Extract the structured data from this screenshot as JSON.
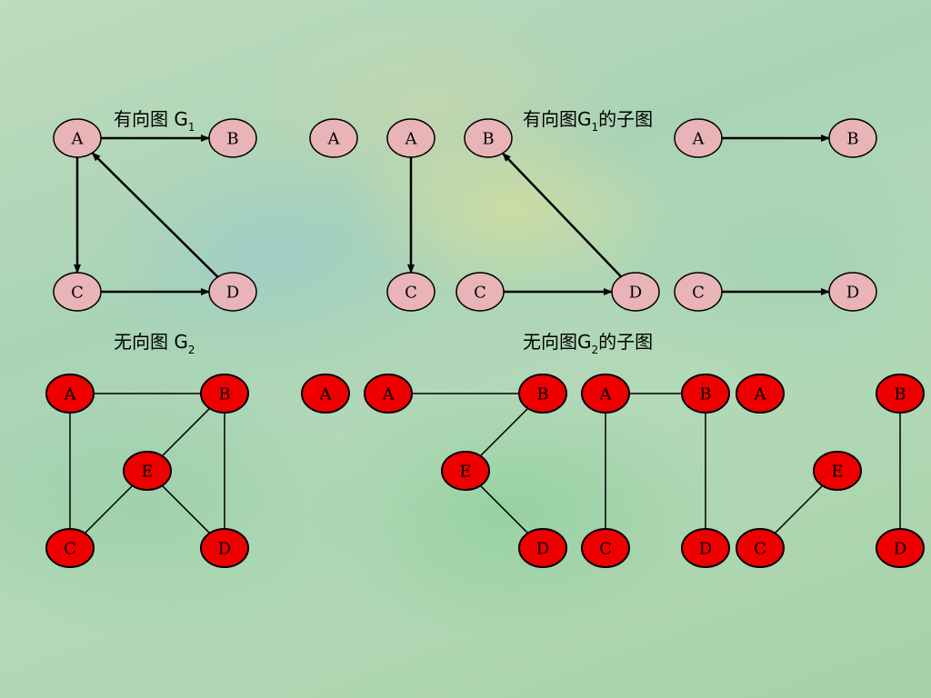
{
  "labels": {
    "directed_graph": {
      "main": "有向图 G",
      "sub": "1"
    },
    "directed_subgraphs": {
      "main": "有向图G",
      "sub": "1",
      "suffix": "的子图"
    },
    "undirected_graph": {
      "main": "无向图 G",
      "sub": "2"
    },
    "undirected_subgraphs": {
      "main": "无向图G",
      "sub": "2",
      "suffix": "的子图"
    }
  },
  "colors": {
    "directed_node_fill": "#e8b4b8",
    "undirected_node_fill": "#ee0000",
    "edge": "#000000"
  },
  "directed_graphs": [
    {
      "name": "g1",
      "nodes": [
        "A",
        "B",
        "C",
        "D"
      ],
      "edges": [
        [
          "A",
          "B"
        ],
        [
          "A",
          "C"
        ],
        [
          "C",
          "D"
        ],
        [
          "D",
          "A"
        ]
      ]
    },
    {
      "name": "g1-sub-1",
      "nodes": [
        "A"
      ],
      "edges": []
    },
    {
      "name": "g1-sub-2",
      "nodes": [
        "A",
        "C"
      ],
      "edges": [
        [
          "A",
          "C"
        ]
      ]
    },
    {
      "name": "g1-sub-3",
      "nodes": [
        "B",
        "C",
        "D"
      ],
      "edges": [
        [
          "D",
          "B"
        ],
        [
          "C",
          "D"
        ]
      ]
    },
    {
      "name": "g1-sub-4",
      "nodes": [
        "A",
        "B",
        "C",
        "D"
      ],
      "edges": [
        [
          "A",
          "B"
        ],
        [
          "C",
          "D"
        ]
      ]
    }
  ],
  "undirected_graphs": [
    {
      "name": "g2",
      "nodes": [
        "A",
        "B",
        "C",
        "D",
        "E"
      ],
      "edges": [
        [
          "A",
          "B"
        ],
        [
          "A",
          "C"
        ],
        [
          "B",
          "D"
        ],
        [
          "B",
          "E"
        ],
        [
          "E",
          "C"
        ],
        [
          "E",
          "D"
        ]
      ]
    },
    {
      "name": "g2-sub-1",
      "nodes": [
        "A"
      ],
      "edges": []
    },
    {
      "name": "g2-sub-2",
      "nodes": [
        "A",
        "B",
        "E",
        "D"
      ],
      "edges": [
        [
          "A",
          "B"
        ],
        [
          "B",
          "E"
        ],
        [
          "E",
          "D"
        ]
      ]
    },
    {
      "name": "g2-sub-3",
      "nodes": [
        "A",
        "B",
        "C",
        "D"
      ],
      "edges": [
        [
          "A",
          "B"
        ],
        [
          "A",
          "C"
        ],
        [
          "B",
          "D"
        ]
      ]
    },
    {
      "name": "g2-sub-4",
      "nodes": [
        "A",
        "E",
        "C"
      ],
      "edges": [
        [
          "E",
          "C"
        ]
      ]
    },
    {
      "name": "g2-sub-5",
      "nodes": [
        "B",
        "D"
      ],
      "edges": [
        [
          "B",
          "D"
        ]
      ]
    }
  ]
}
